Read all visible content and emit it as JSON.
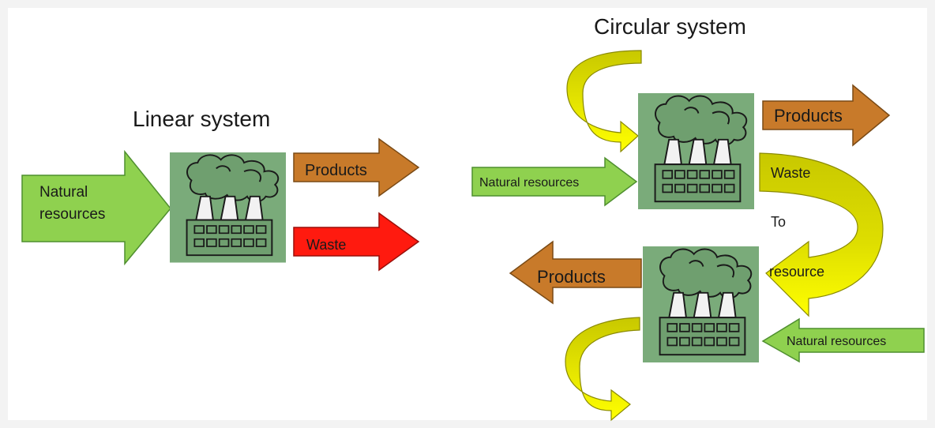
{
  "linear": {
    "title": "Linear system",
    "input_line1": "Natural",
    "input_line2": "resources",
    "products": "Products",
    "waste": "Waste"
  },
  "circular": {
    "title": "Circular system",
    "input_top": "Natural resources",
    "products_top": "Products",
    "waste": "Waste",
    "to": "To",
    "resource": "resource",
    "products_bottom": "Products",
    "input_bottom": "Natural resources"
  },
  "colors": {
    "input_green": "#8fd14f",
    "products_brown": "#c87a2a",
    "waste_red": "#ff1a0f",
    "loop_yellow": "#ffff00",
    "loop_olive": "#c8c800",
    "factory_bg": "#7aab7a"
  }
}
